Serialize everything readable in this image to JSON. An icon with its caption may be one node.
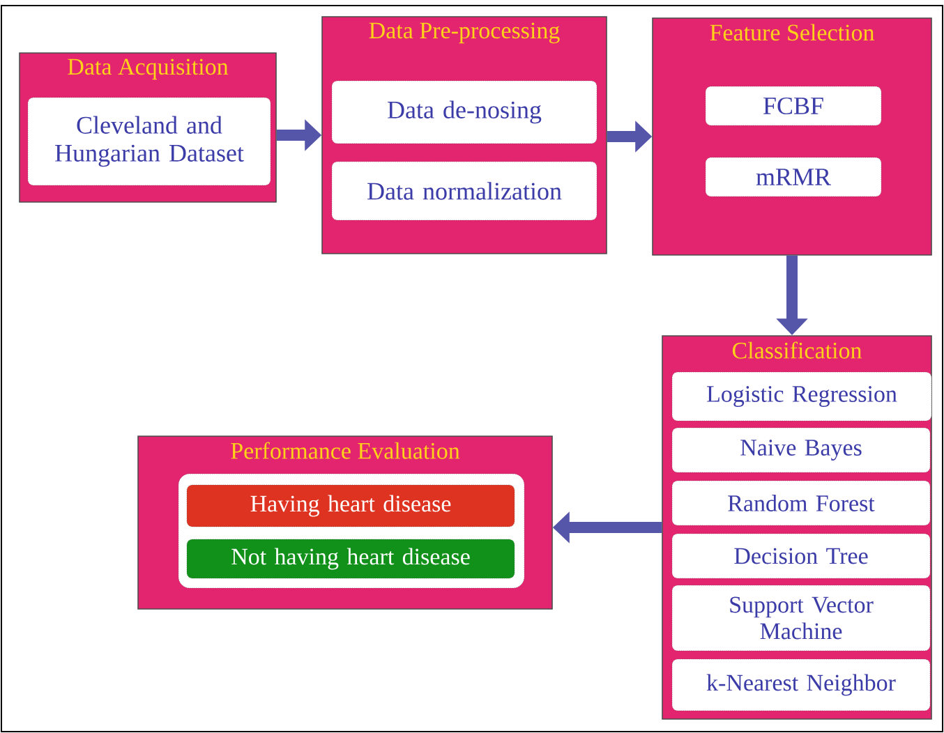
{
  "diagram": {
    "nodes": [
      {
        "text": [
          "Data Acquisition"
        ]
      },
      {
        "text": [
          "Cleveland and Hungarian Dataset"
        ],
        "in": 0
      },
      {
        "text": [
          "Data Pre-processing"
        ]
      },
      {
        "text": [
          "Data de-nosing"
        ],
        "in": 2
      },
      {
        "text": [
          "Data normalization"
        ],
        "in": 2
      },
      {
        "text": [
          "Feature Selection"
        ]
      },
      {
        "text": [
          "FCBF"
        ],
        "in": 5
      },
      {
        "text": [
          "mRMR"
        ],
        "in": 5
      },
      {
        "text": [
          "Classification"
        ]
      },
      {
        "text": [
          "Logistic Regression"
        ],
        "in": 8
      },
      {
        "text": [
          "Naive Bayes"
        ],
        "in": 8
      },
      {
        "text": [
          "Random Forest"
        ],
        "in": 8
      },
      {
        "text": [
          "Decision Tree"
        ],
        "in": 8
      },
      {
        "text": [
          "Support Vector Machine"
        ],
        "in": 8
      },
      {
        "text": [
          "k-Nearest Neighbor"
        ],
        "in": 8
      },
      {
        "text": [
          "Performance Evaluation"
        ]
      },
      {
        "text": [],
        "shape": "box",
        "in": 15
      },
      {
        "text": [
          "Having heart disease"
        ],
        "in": 16
      },
      {
        "text": [
          "Not having heart disease"
        ],
        "in": 16
      }
    ],
    "edges": [
      {
        "from": 0,
        "to": 2,
        "arrow": "to"
      },
      {
        "from": 2,
        "to": 5,
        "arrow": "to"
      },
      {
        "from": 5,
        "to": 8,
        "arrow": "to"
      },
      {
        "from": 8,
        "to": 15,
        "arrow": "to"
      }
    ]
  }
}
